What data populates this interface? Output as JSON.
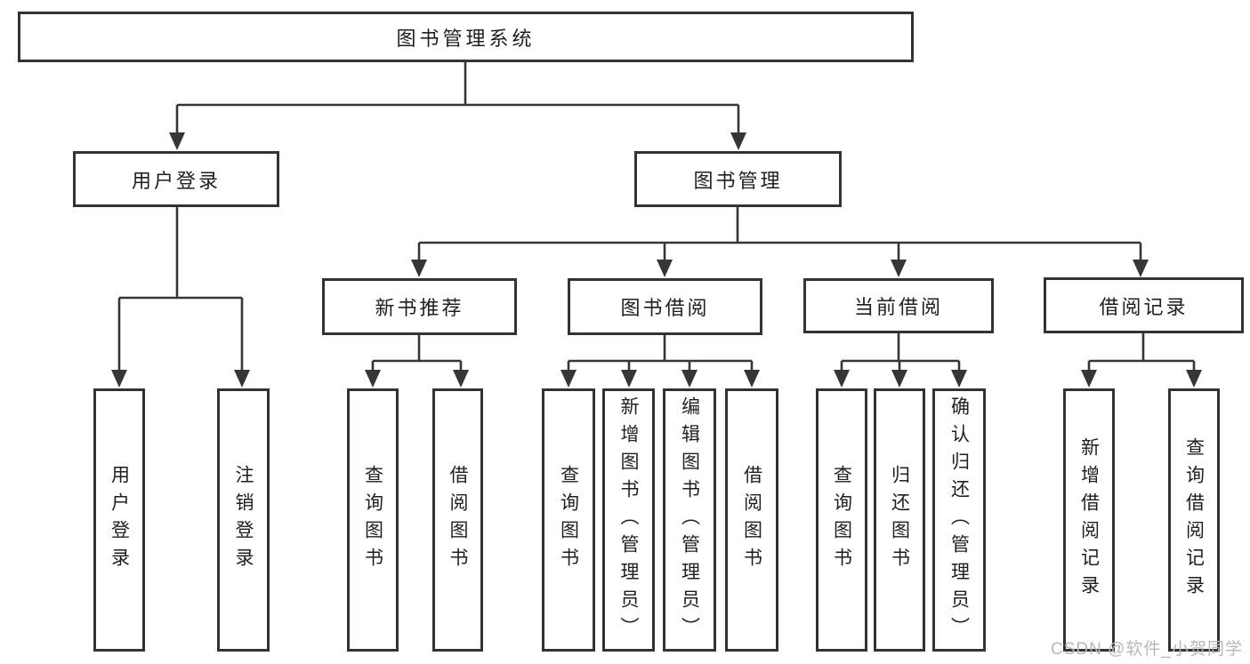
{
  "diagram": {
    "root": {
      "label": "图书管理系统"
    },
    "user_login": {
      "label": "用户登录",
      "children": [
        {
          "label": "用户登录"
        },
        {
          "label": "注销登录"
        }
      ]
    },
    "book_mgmt": {
      "label": "图书管理",
      "groups": [
        {
          "label": "新书推荐",
          "children": [
            {
              "label": "查询图书"
            },
            {
              "label": "借阅图书"
            }
          ]
        },
        {
          "label": "图书借阅",
          "children": [
            {
              "label": "查询图书"
            },
            {
              "label": "新增图书（管理员）"
            },
            {
              "label": "编辑图书（管理员）"
            },
            {
              "label": "借阅图书"
            }
          ]
        },
        {
          "label": "当前借阅",
          "children": [
            {
              "label": "查询图书"
            },
            {
              "label": "归还图书"
            },
            {
              "label": "确认归还（管理员）"
            }
          ]
        },
        {
          "label": "借阅记录",
          "children": [
            {
              "label": "新增借阅记录"
            },
            {
              "label": "查询借阅记录"
            }
          ]
        }
      ]
    },
    "watermark": "CSDN @软件_小贺同学",
    "colors": {
      "line": "#363636",
      "border": "#333333",
      "text": "#1f1f1f",
      "watermark": "#b5b7bd",
      "background": "#ffffff"
    }
  }
}
